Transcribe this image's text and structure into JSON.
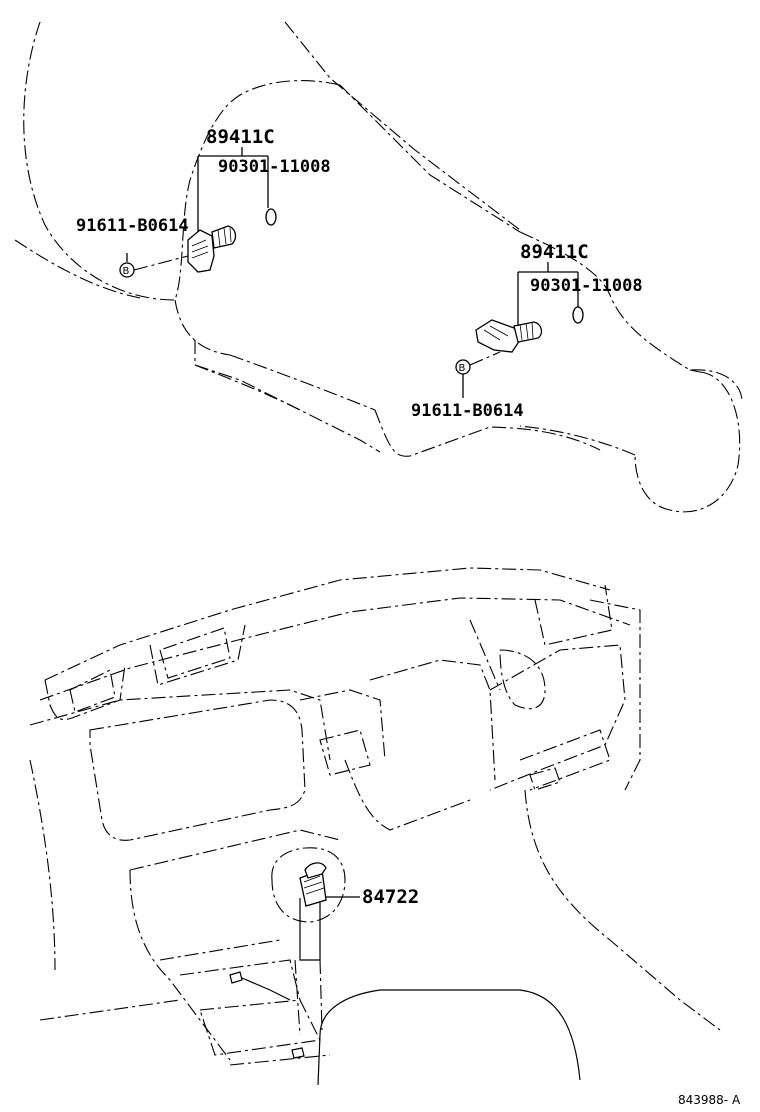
{
  "upper_view": {
    "sensor_left": {
      "part_number": "89411C",
      "sub_part": "90301-11008",
      "bolt_part": "91611-B0614",
      "bolt_marker": "B"
    },
    "sensor_right": {
      "part_number": "89411C",
      "sub_part": "90301-11008",
      "bolt_part": "91611-B0614",
      "bolt_marker": "B"
    }
  },
  "lower_view": {
    "shift_part": "84722"
  },
  "figure_id": "843988- A"
}
